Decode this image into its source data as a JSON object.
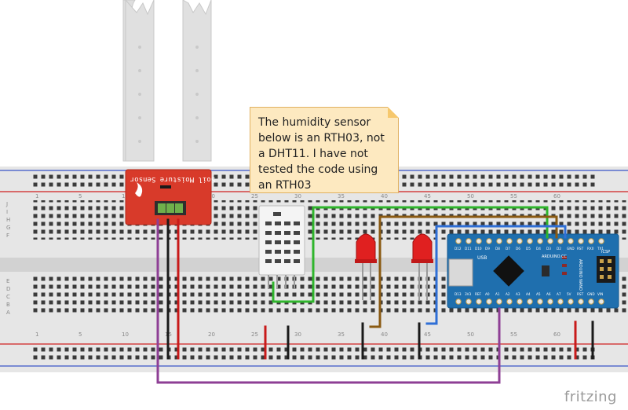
{
  "note": {
    "lines": [
      "The humidity sensor",
      "below is an RTH03, not",
      "a DHT11. I have not",
      "tested the code using",
      "an RTH03"
    ]
  },
  "soil_sensor": {
    "label": "Soil Moisture Sensor"
  },
  "arduino": {
    "brand": "ARDUINO.CC",
    "model": "ARDUINO NANO",
    "usb_label": "USB",
    "top_pins": [
      "D12",
      "D11",
      "D10",
      "D9",
      "D8",
      "D7",
      "D6",
      "D5",
      "D4",
      "D3",
      "D2",
      "GND",
      "RST",
      "RX0",
      "TX1"
    ],
    "bottom_pins": [
      "D13",
      "3V3",
      "REF",
      "A0",
      "A1",
      "A2",
      "A3",
      "A4",
      "A5",
      "A6",
      "A7",
      "5V",
      "RST",
      "GND",
      "VIN"
    ],
    "icsp": "ICSP"
  },
  "breadboard": {
    "col_numbers": [
      "1",
      "5",
      "10",
      "15",
      "20",
      "25",
      "30",
      "35",
      "40",
      "45",
      "50",
      "55",
      "60"
    ],
    "row_letters_top": [
      "J",
      "I",
      "H",
      "G",
      "F"
    ],
    "row_letters_bottom": [
      "E",
      "D",
      "C",
      "B",
      "A"
    ]
  },
  "wire_colors": {
    "red": "#c81a1a",
    "black": "#1a1a1a",
    "green": "#2fb52c",
    "brown": "#8a5a12",
    "blue": "#2f6fd6",
    "purple": "#8e3f95"
  },
  "branding": {
    "text": "fritzing"
  }
}
